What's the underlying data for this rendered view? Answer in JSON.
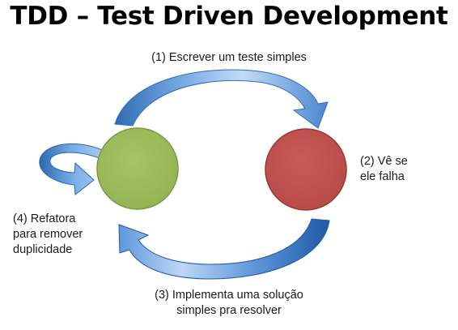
{
  "title": "TDD – Test Driven Development",
  "steps": {
    "write_test": [
      "(1) Escrever um teste simples"
    ],
    "see_fail": [
      "(2) Vê se",
      "ele falha"
    ],
    "implement": [
      "(3) Implementa uma solução",
      "simples pra resolver"
    ],
    "refactor": [
      "(4) Refatora",
      "para remover",
      "duplicidade"
    ]
  },
  "colors": {
    "green_node": "#9bbb59",
    "red_node": "#c0504d",
    "arrow_light": "#b8d3ef",
    "arrow_dark": "#2f6cb5"
  }
}
